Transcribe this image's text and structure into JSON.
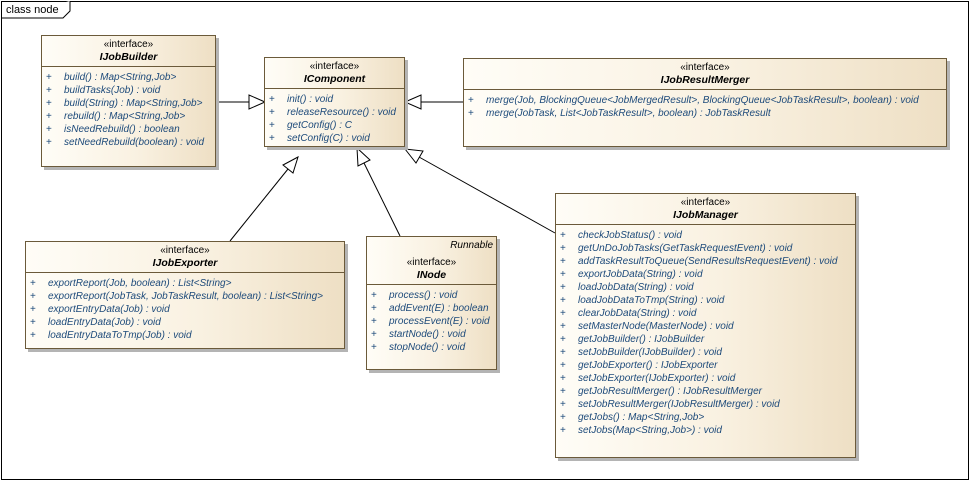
{
  "frame": {
    "label": "class node"
  },
  "classes": {
    "builder": {
      "stereotype": "«interface»",
      "name": "IJobBuilder",
      "ops": [
        {
          "vis": "+",
          "sig": "build() : Map<String,Job>"
        },
        {
          "vis": "+",
          "sig": "buildTasks(Job) : void"
        },
        {
          "vis": "+",
          "sig": "build(String) : Map<String,Job>"
        },
        {
          "vis": "+",
          "sig": "rebuild() : Map<String,Job>"
        },
        {
          "vis": "+",
          "sig": "isNeedRebuild() : boolean"
        },
        {
          "vis": "+",
          "sig": "setNeedRebuild(boolean) : void"
        }
      ]
    },
    "component": {
      "stereotype": "«interface»",
      "name": "IComponent",
      "ops": [
        {
          "vis": "+",
          "sig": "init() : void"
        },
        {
          "vis": "+",
          "sig": "releaseResource() : void"
        },
        {
          "vis": "+",
          "sig": "getConfig() : C"
        },
        {
          "vis": "+",
          "sig": "setConfig(C) : void"
        }
      ]
    },
    "merger": {
      "stereotype": "«interface»",
      "name": "IJobResultMerger",
      "ops": [
        {
          "vis": "+",
          "sig": "merge(Job, BlockingQueue<JobMergedResult>, BlockingQueue<JobTaskResult>, boolean) : void"
        },
        {
          "vis": "+",
          "sig": "merge(JobTask, List<JobTaskResult>, boolean) : JobTaskResult"
        }
      ]
    },
    "exporter": {
      "stereotype": "«interface»",
      "name": "IJobExporter",
      "ops": [
        {
          "vis": "+",
          "sig": "exportReport(Job, boolean) : List<String>"
        },
        {
          "vis": "+",
          "sig": "exportReport(JobTask, JobTaskResult, boolean) : List<String>"
        },
        {
          "vis": "+",
          "sig": "exportEntryData(Job) : void"
        },
        {
          "vis": "+",
          "sig": "loadEntryData(Job) : void"
        },
        {
          "vis": "+",
          "sig": "loadEntryDataToTmp(Job) : void"
        }
      ]
    },
    "node": {
      "runnable": "Runnable",
      "stereotype": "«interface»",
      "name": "INode",
      "ops": [
        {
          "vis": "+",
          "sig": "process() : void"
        },
        {
          "vis": "+",
          "sig": "addEvent(E) : boolean"
        },
        {
          "vis": "+",
          "sig": "processEvent(E) : void"
        },
        {
          "vis": "+",
          "sig": "startNode() : void"
        },
        {
          "vis": "+",
          "sig": "stopNode() : void"
        }
      ]
    },
    "manager": {
      "stereotype": "«interface»",
      "name": "IJobManager",
      "ops": [
        {
          "vis": "+",
          "sig": "checkJobStatus() : void"
        },
        {
          "vis": "+",
          "sig": "getUnDoJobTasks(GetTaskRequestEvent) : void"
        },
        {
          "vis": "+",
          "sig": "addTaskResultToQueue(SendResultsRequestEvent) : void"
        },
        {
          "vis": "+",
          "sig": "exportJobData(String) : void"
        },
        {
          "vis": "+",
          "sig": "loadJobData(String) : void"
        },
        {
          "vis": "+",
          "sig": "loadJobDataToTmp(String) : void"
        },
        {
          "vis": "+",
          "sig": "clearJobData(String) : void"
        },
        {
          "vis": "+",
          "sig": "setMasterNode(MasterNode) : void"
        },
        {
          "vis": "+",
          "sig": "getJobBuilder() : IJobBuilder"
        },
        {
          "vis": "+",
          "sig": "setJobBuilder(IJobBuilder) : void"
        },
        {
          "vis": "+",
          "sig": "getJobExporter() : IJobExporter"
        },
        {
          "vis": "+",
          "sig": "setJobExporter(IJobExporter) : void"
        },
        {
          "vis": "+",
          "sig": "getJobResultMerger() : IJobResultMerger"
        },
        {
          "vis": "+",
          "sig": "setJobResultMerger(IJobResultMerger) : void"
        },
        {
          "vis": "+",
          "sig": "getJobs() : Map<String,Job>"
        },
        {
          "vis": "+",
          "sig": "setJobs(Map<String,Job>) : void"
        }
      ]
    }
  }
}
